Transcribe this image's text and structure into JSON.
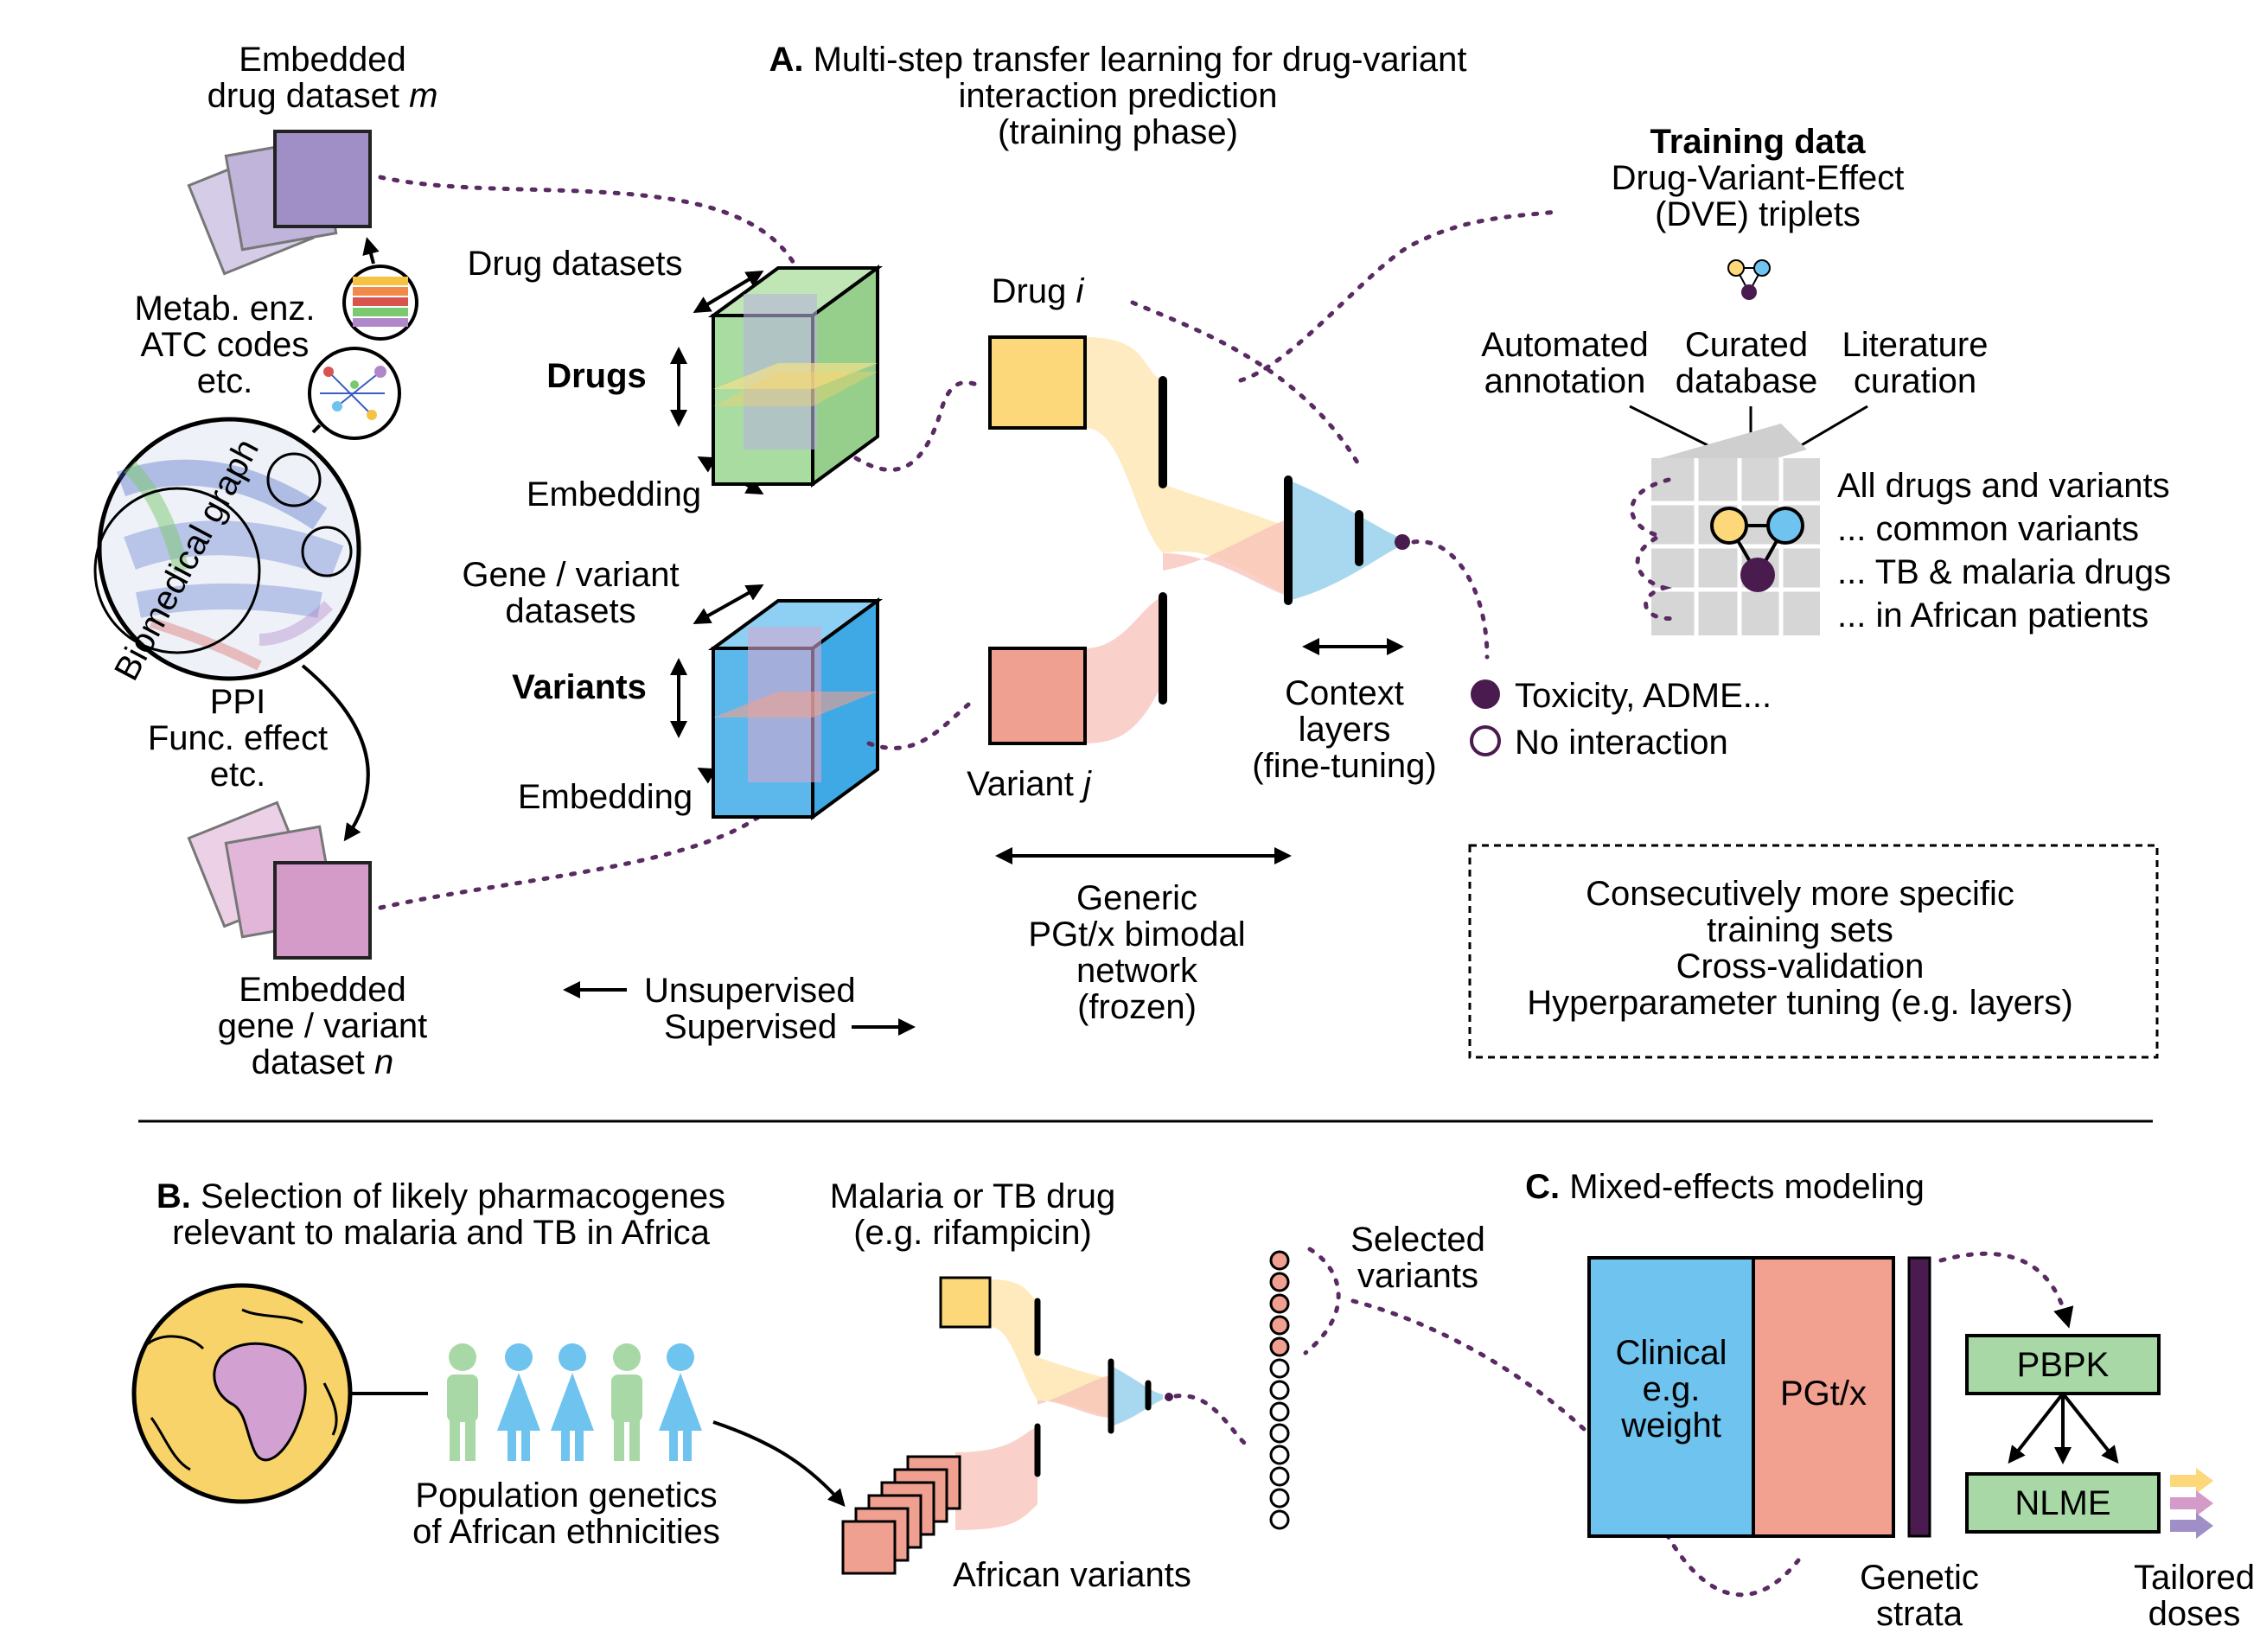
{
  "panel_a": {
    "title_letter": "A.",
    "title_line1": "Multi-step transfer learning for drug-variant",
    "title_line2": "interaction prediction",
    "title_line3": "(training phase)",
    "embedded_drug_line1": "Embedded",
    "embedded_drug_line2": "drug dataset",
    "embedded_drug_var": "m",
    "metab_line1": "Metab. enz.",
    "metab_line2": "ATC codes",
    "metab_line3": "etc.",
    "biomedical_graph": "Biomedical graph",
    "ppi_line1": "PPI",
    "ppi_line2": "Func. effect",
    "ppi_line3": "etc.",
    "embedded_gene_line1": "Embedded",
    "embedded_gene_line2": "gene / variant",
    "embedded_gene_line3": "dataset",
    "embedded_gene_var": "n",
    "drug_datasets": "Drug datasets",
    "drugs": "Drugs",
    "embedding_top": "Embedding",
    "gene_variant_line1": "Gene / variant",
    "gene_variant_line2": "datasets",
    "variants": "Variants",
    "embedding_bottom": "Embedding",
    "drug_label": "Drug",
    "drug_var": "i",
    "variant_label": "Variant",
    "variant_var": "j",
    "context_line1": "Context",
    "context_line2": "layers",
    "context_line3": "(fine-tuning)",
    "generic_line1": "Generic",
    "generic_line2": "PGt/x bimodal",
    "generic_line3": "network",
    "generic_line4": "(frozen)",
    "unsupervised": "Unsupervised",
    "supervised": "Supervised",
    "training_title": "Training data",
    "training_line2": "Drug-Variant-Effect",
    "training_line3": "(DVE) triplets",
    "automated_line1": "Automated",
    "automated_line2": "annotation",
    "curated_line1": "Curated",
    "curated_line2": "database",
    "literature_line1": "Literature",
    "literature_line2": "curation",
    "list": [
      "All drugs and variants",
      "... common variants",
      "... TB & malaria drugs",
      "... in African patients"
    ],
    "toxicity": "Toxicity, ADME...",
    "no_interaction": "No interaction",
    "box_lines": [
      "Consecutively more specific",
      "training sets",
      "Cross-validation",
      "Hyperparameter tuning (e.g. layers)"
    ]
  },
  "panel_b": {
    "title_letter": "B.",
    "title_line1": "Selection of likely pharmacogenes",
    "title_line2": "relevant to malaria and TB in Africa",
    "population_line1": "Population genetics",
    "population_line2": "of African ethnicities",
    "drug_line1": "Malaria or TB drug",
    "drug_line2": "(e.g. rifampicin)",
    "african_variants": "African variants",
    "selected_line1": "Selected",
    "selected_line2": "variants"
  },
  "panel_c": {
    "title_letter": "C.",
    "title_text": "Mixed-effects modeling",
    "clinical_line1": "Clinical",
    "clinical_line2": "e.g.",
    "clinical_line3": "weight",
    "pgtx": "PGt/x",
    "pbpk": "PBPK",
    "nlme": "NLME",
    "genetic_line1": "Genetic",
    "genetic_line2": "strata",
    "tailored_line1": "Tailored",
    "tailored_line2": "doses"
  },
  "colors": {
    "drug": "#fdd87a",
    "variant": "#f0a090",
    "context": "#a8d8f0",
    "drug_cube": "#a9dca0",
    "variant_cube": "#5cb8ea",
    "purple_dark": "#4a1b4f",
    "embedded_drug": "#a08fc6",
    "embedded_gene": "#d49ac8",
    "green_box": "#a7d8a6",
    "clinical": "#6ec3ef",
    "pgtx": "#f2a08f",
    "globe": "#f7d36a",
    "africa": "#d3a0d2"
  }
}
